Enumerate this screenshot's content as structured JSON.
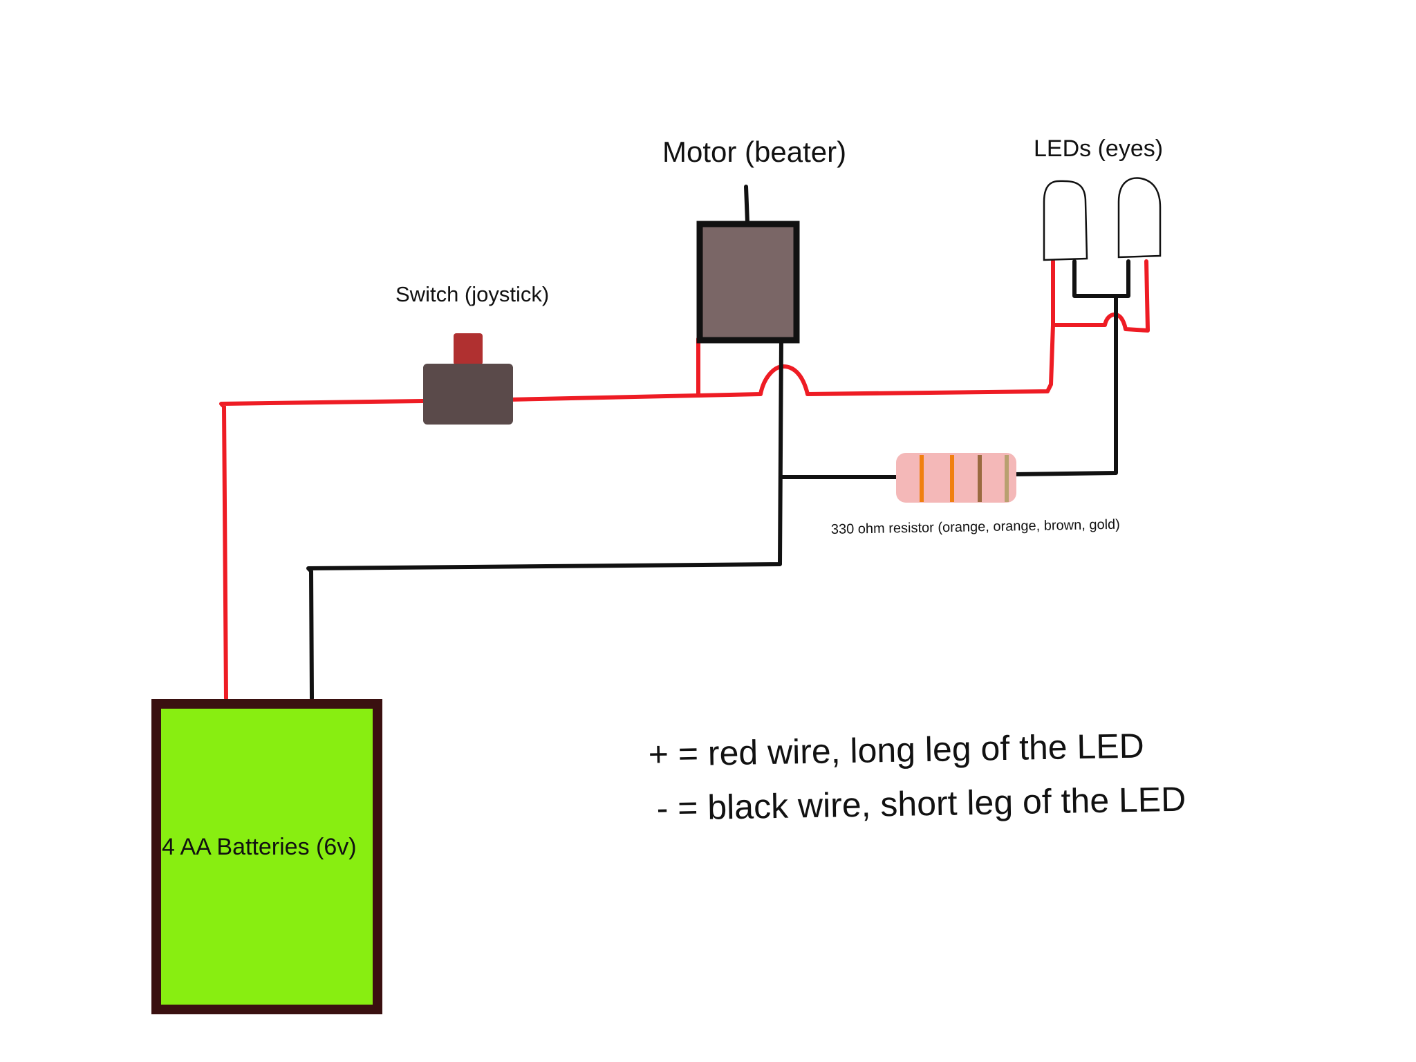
{
  "labels": {
    "motor": "Motor (beater)",
    "leds": "LEDs (eyes)",
    "switch": "Switch (joystick)",
    "resistor": "330 ohm resistor (orange, orange, brown, gold)",
    "battery": "4 AA Batteries (6v)"
  },
  "legend": {
    "positive": "+ = red wire, long leg of the LED",
    "negative": "- = black wire, short leg of the LED"
  },
  "colors": {
    "red_wire": "#ee1c24",
    "black_wire": "#111111",
    "battery_fill": "#88ee11",
    "battery_border": "#3a1010",
    "motor_fill": "#7a6666",
    "switch_body": "#5a4a4a",
    "switch_knob": "#b03030",
    "resistor_body": "#f4b8b8",
    "band_orange": "#f08010",
    "band_brown": "#9a6a40",
    "band_gold": "#b8a070"
  }
}
